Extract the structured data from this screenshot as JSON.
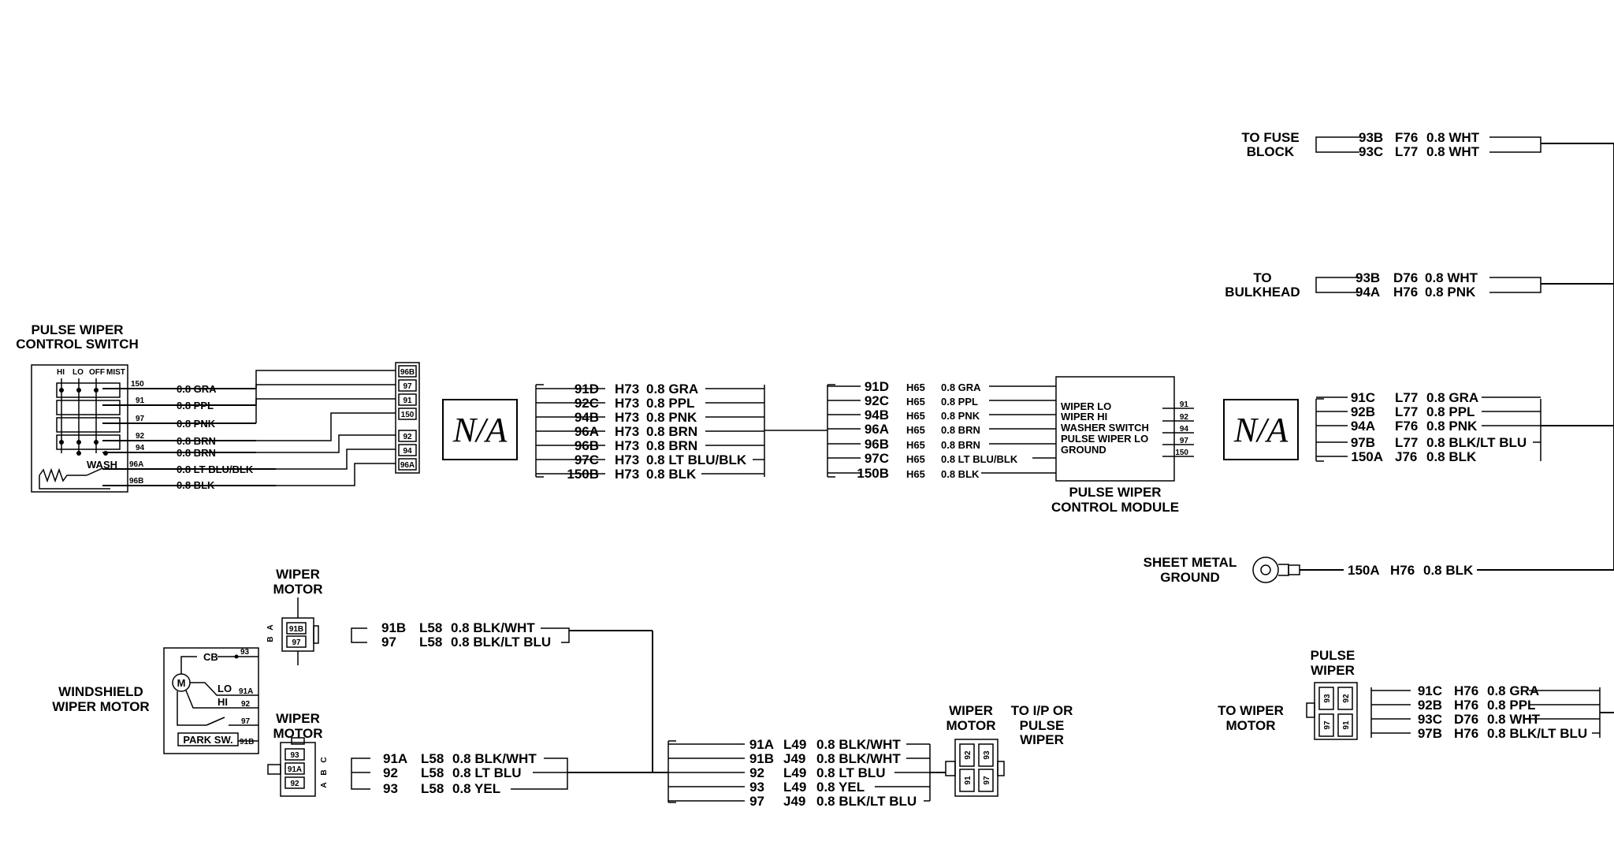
{
  "pulse_switch": {
    "title_1": "PULSE WIPER",
    "title_2": "CONTROL SWITCH",
    "positions": [
      "HI",
      "LO",
      "OFF",
      "MIST"
    ],
    "wash": "WASH",
    "wires": [
      {
        "circ": "150",
        "wire": "0.8 GRA"
      },
      {
        "circ": "91",
        "wire": "0.8 PPL"
      },
      {
        "circ": "97",
        "wire": "0.8 PNK"
      },
      {
        "circ": "92",
        "wire": "0.8 BRN"
      },
      {
        "circ": "94",
        "wire": "0.8 BRN"
      },
      {
        "circ": "96A",
        "wire": "0.8 LT BLU/BLK"
      },
      {
        "circ": "96B",
        "wire": "0.8 BLK"
      }
    ],
    "connector_pins": [
      "96B",
      "97",
      "91",
      "150",
      "92",
      "94",
      "96A"
    ]
  },
  "na_label": "N/A",
  "h73": [
    {
      "circ": "91D",
      "code": "H73",
      "wire": "0.8 GRA"
    },
    {
      "circ": "92C",
      "code": "H73",
      "wire": "0.8 PPL"
    },
    {
      "circ": "94B",
      "code": "H73",
      "wire": "0.8 PNK"
    },
    {
      "circ": "96A",
      "code": "H73",
      "wire": "0.8 BRN"
    },
    {
      "circ": "96B",
      "code": "H73",
      "wire": "0.8 BRN"
    },
    {
      "circ": "97C",
      "code": "H73",
      "wire": "0.8 LT BLU/BLK"
    },
    {
      "circ": "150B",
      "code": "H73",
      "wire": "0.8 BLK"
    }
  ],
  "h65": [
    {
      "circ": "91D",
      "code": "H65",
      "wire": "0.8 GRA"
    },
    {
      "circ": "92C",
      "code": "H65",
      "wire": "0.8 PPL"
    },
    {
      "circ": "94B",
      "code": "H65",
      "wire": "0.8 PNK"
    },
    {
      "circ": "96A",
      "code": "H65",
      "wire": "0.8 BRN"
    },
    {
      "circ": "96B",
      "code": "H65",
      "wire": "0.8 BRN"
    },
    {
      "circ": "97C",
      "code": "H65",
      "wire": "0.8 LT BLU/BLK"
    },
    {
      "circ": "150B",
      "code": "H65",
      "wire": "0.8 BLK"
    }
  ],
  "module": {
    "inputs": [
      "WIPER LO",
      "WIPER HI",
      "WASHER SWITCH",
      "PULSE WIPER LO",
      "GROUND"
    ],
    "pins": [
      "91",
      "92",
      "94",
      "97",
      "150"
    ],
    "title_1": "PULSE WIPER",
    "title_2": "CONTROL MODULE"
  },
  "fuse_block": {
    "label_1": "TO FUSE",
    "label_2": "BLOCK",
    "wires": [
      {
        "circ": "93B",
        "code": "F76",
        "wire": "0.8 WHT"
      },
      {
        "circ": "93C",
        "code": "L77",
        "wire": "0.8 WHT"
      }
    ]
  },
  "bulkhead": {
    "label_1": "TO",
    "label_2": "BULKHEAD",
    "wires": [
      {
        "circ": "93B",
        "code": "D76",
        "wire": "0.8 WHT"
      },
      {
        "circ": "94A",
        "code": "H76",
        "wire": "0.8 PNK"
      }
    ]
  },
  "right_group": [
    {
      "circ": "91C",
      "code": "L77",
      "wire": "0.8 GRA"
    },
    {
      "circ": "92B",
      "code": "L77",
      "wire": "0.8 PPL"
    },
    {
      "circ": "94A",
      "code": "F76",
      "wire": "0.8 PNK"
    },
    {
      "circ": "97B",
      "code": "L77",
      "wire": "0.8 BLK/LT BLU"
    },
    {
      "circ": "150A",
      "code": "J76",
      "wire": "0.8 BLK"
    }
  ],
  "ground": {
    "label_1": "SHEET METAL",
    "label_2": "GROUND",
    "circ": "150A",
    "code": "H76",
    "wire": "0.8 BLK"
  },
  "pulse_wiper_conn": {
    "title_1": "PULSE",
    "title_2": "WIPER",
    "to_1": "TO WIPER",
    "to_2": "MOTOR",
    "pins": [
      "93",
      "92",
      "97",
      "91"
    ],
    "wires": [
      {
        "circ": "91C",
        "code": "H76",
        "wire": "0.8 GRA"
      },
      {
        "circ": "92B",
        "code": "H76",
        "wire": "0.8 PPL"
      },
      {
        "circ": "93C",
        "code": "D76",
        "wire": "0.8 WHT"
      },
      {
        "circ": "97B",
        "code": "H76",
        "wire": "0.8 BLK/LT BLU"
      }
    ]
  },
  "windshield_motor": {
    "label_1": "WINDSHIELD",
    "label_2": "WIPER MOTOR",
    "cb": "CB",
    "motor": "M",
    "lo": "LO",
    "hi": "HI",
    "park": "PARK SW.",
    "pins": [
      "93",
      "91A",
      "92",
      "97",
      "91B"
    ]
  },
  "wiper_motor_upper": {
    "title_1": "WIPER",
    "title_2": "MOTOR",
    "side": [
      "B",
      "A"
    ],
    "pins": [
      "91B",
      "97"
    ],
    "wires": [
      {
        "circ": "91B",
        "code": "L58",
        "wire": "0.8 BLK/WHT"
      },
      {
        "circ": "97",
        "code": "L58",
        "wire": "0.8 BLK/LT BLU"
      }
    ]
  },
  "wiper_motor_lower": {
    "title_1": "WIPER",
    "title_2": "MOTOR",
    "side": [
      "C",
      "B",
      "A"
    ],
    "pins": [
      "93",
      "91A",
      "92"
    ],
    "wires": [
      {
        "circ": "91A",
        "code": "L58",
        "wire": "0.8 BLK/WHT"
      },
      {
        "circ": "92",
        "code": "L58",
        "wire": "0.8 LT BLU"
      },
      {
        "circ": "93",
        "code": "L58",
        "wire": "0.8 YEL"
      }
    ]
  },
  "l49": [
    {
      "circ": "91A",
      "code": "L49",
      "wire": "0.8 BLK/WHT"
    },
    {
      "circ": "91B",
      "code": "J49",
      "wire": "0.8 BLK/WHT"
    },
    {
      "circ": "92",
      "code": "L49",
      "wire": "0.8 LT BLU"
    },
    {
      "circ": "93",
      "code": "L49",
      "wire": "0.8 YEL"
    },
    {
      "circ": "97",
      "code": "J49",
      "wire": "0.8 BLK/LT BLU"
    }
  ],
  "wiper_motor_bottom": {
    "title_1": "WIPER",
    "title_2": "MOTOR",
    "pins": [
      "92",
      "93",
      "91",
      "97"
    ]
  },
  "to_ip": {
    "line_1": "TO I/P OR",
    "line_2": "PULSE",
    "line_3": "WIPER"
  }
}
